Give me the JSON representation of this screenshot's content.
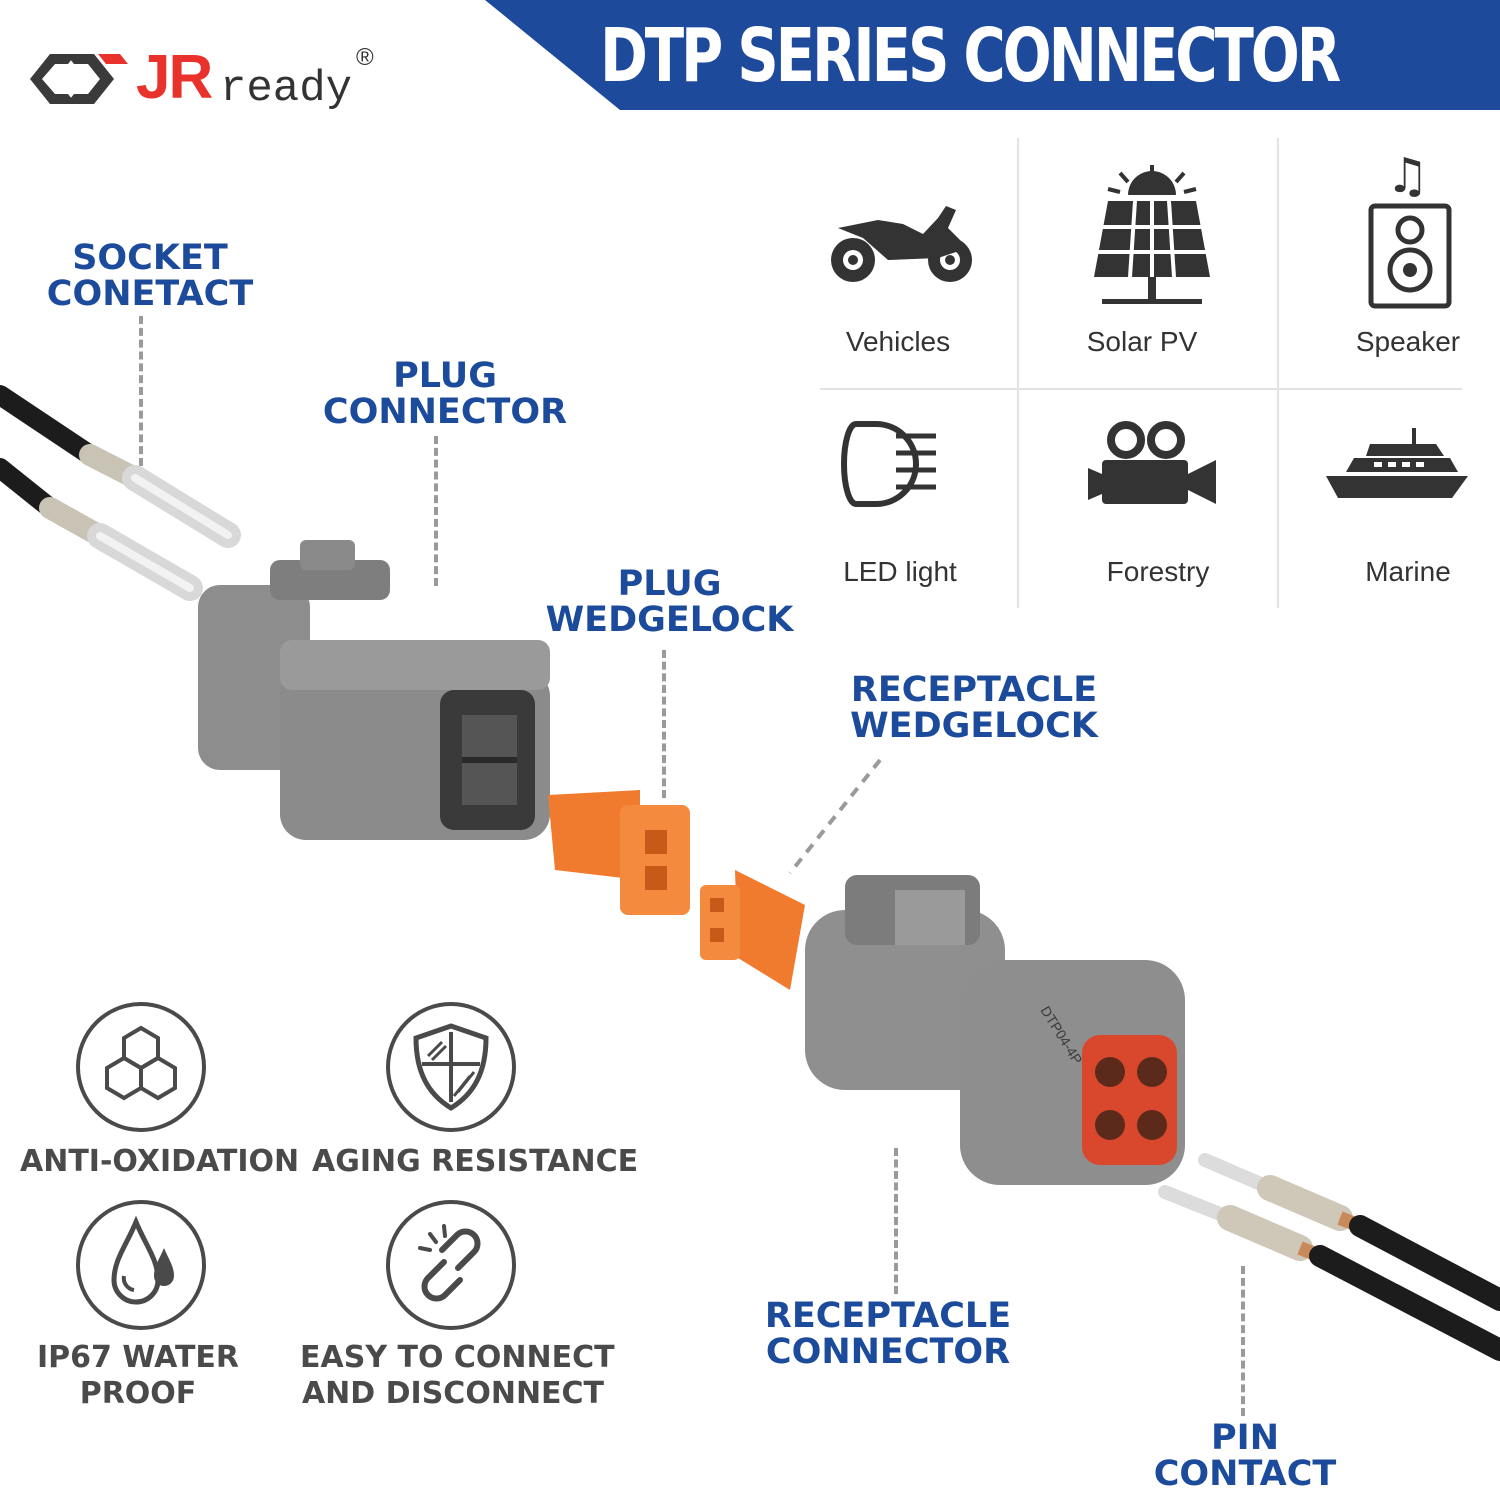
{
  "header": {
    "title": "DTP SERIES CONNECTOR",
    "banner_color": "#1e4a9c"
  },
  "logo": {
    "brand": "JR",
    "suffix": "ready",
    "registered": "®"
  },
  "labels": {
    "socket_contact": [
      "SOCKET",
      "CONETACT"
    ],
    "plug_connector": [
      "PLUG",
      "CONNECTOR"
    ],
    "plug_wedgelock": [
      "PLUG",
      "WEDGELOCK"
    ],
    "receptacle_wedgelock": [
      "RECEPTACLE",
      "WEDGELOCK"
    ],
    "receptacle_connector": [
      "RECEPTACLE",
      "CONNECTOR"
    ],
    "pin_contact": [
      "PIN",
      "CONTACT"
    ]
  },
  "applications": [
    {
      "label": "Vehicles",
      "icon": "motorcycle-icon"
    },
    {
      "label": "Solar PV",
      "icon": "solar-panel-icon"
    },
    {
      "label": "Speaker",
      "icon": "speaker-icon"
    },
    {
      "label": "LED light",
      "icon": "headlight-icon"
    },
    {
      "label": "Forestry",
      "icon": "camera-icon"
    },
    {
      "label": "Marine",
      "icon": "ship-icon"
    }
  ],
  "features": [
    {
      "label": [
        "ANTI-OXIDATION"
      ],
      "icon": "hexagon-icon"
    },
    {
      "label": [
        "AGING RESISTANCE"
      ],
      "icon": "shield-icon"
    },
    {
      "label": [
        "IP67 WATER",
        "PROOF"
      ],
      "icon": "water-drop-icon"
    },
    {
      "label": [
        "EASY TO CONNECT",
        "AND DISCONNECT"
      ],
      "icon": "broken-link-icon"
    }
  ],
  "product_marking": "DTP04-4P",
  "colors": {
    "label_blue": "#1d4b9c",
    "connector_gray": "#8a8a8a",
    "wedgelock_orange": "#f07a2e",
    "logo_red": "#e8322b"
  }
}
